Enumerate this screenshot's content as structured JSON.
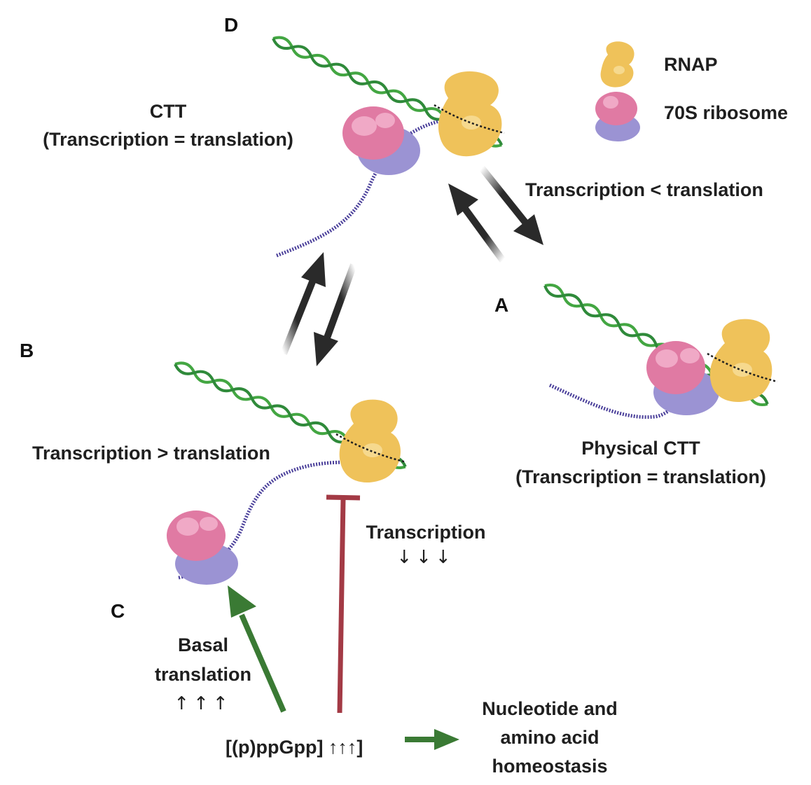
{
  "panels": {
    "a": "A",
    "b": "B",
    "c": "C",
    "d": "D"
  },
  "legend": {
    "rnap": "RNAP",
    "ribosome": "70S ribosome"
  },
  "d_label": {
    "line1": "CTT",
    "line2": "(Transcription = translation)"
  },
  "a_label": {
    "line1": "Physical CTT",
    "line2": "(Transcription = translation)"
  },
  "rate_lt": "Transcription < translation",
  "rate_gt": "Transcription > translation",
  "transcription": {
    "label": "Transcription",
    "arrows": "↓↓↓"
  },
  "basal": {
    "line1": "Basal",
    "line2": "translation",
    "arrows": "↑↑↑"
  },
  "ppgpp": "[(p)ppGpp] ↑↑↑]",
  "homeostasis": {
    "line1": "Nucleotide and",
    "line2": "amino acid",
    "line3": "homeostasis"
  },
  "colors": {
    "dna": "#43a642",
    "mrna": "#4a3f9a",
    "rnap": "#efc25a",
    "ribosome_large": "#e07aa3",
    "ribosome_small": "#9b93d3",
    "activation": "#3a7a34",
    "inhibition": "#a33a45",
    "equilibrium": "#2a2a2a"
  }
}
